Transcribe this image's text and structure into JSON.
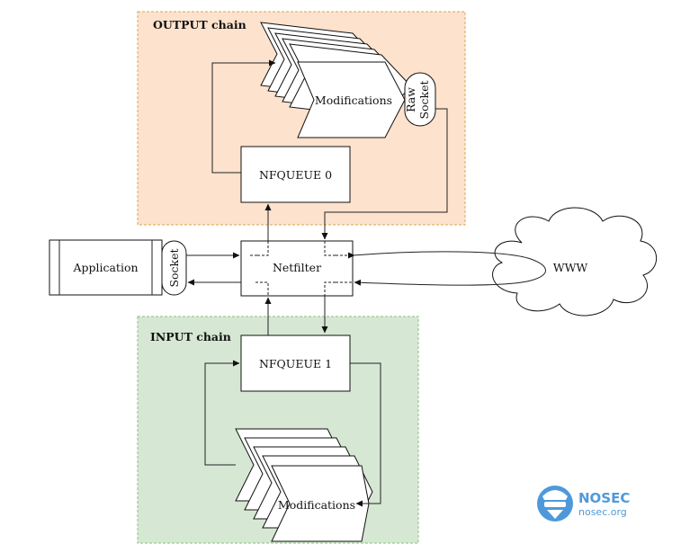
{
  "diagram": {
    "output_chain": {
      "title": "OUTPUT chain",
      "fill": "#fde2cd",
      "border": "#d6a84a"
    },
    "input_chain": {
      "title": "INPUT chain",
      "fill": "#d6e8d4",
      "border": "#8cbf80"
    },
    "nfqueue_0": {
      "label": "NFQUEUE 0"
    },
    "nfqueue_1": {
      "label": "NFQUEUE 1"
    },
    "netfilter": {
      "label": "Netfilter"
    },
    "application": {
      "label": "Application"
    },
    "socket": {
      "label": "Socket"
    },
    "raw_socket": {
      "line1": "Raw",
      "line2": "Socket"
    },
    "modifications_top": {
      "label": "Modifications"
    },
    "modifications_bottom": {
      "label": "Modifications"
    },
    "www": {
      "label": "WWW"
    }
  },
  "watermark": {
    "brand": "NOSEC",
    "domain": "nosec.org",
    "color": "#3d8fd6"
  }
}
